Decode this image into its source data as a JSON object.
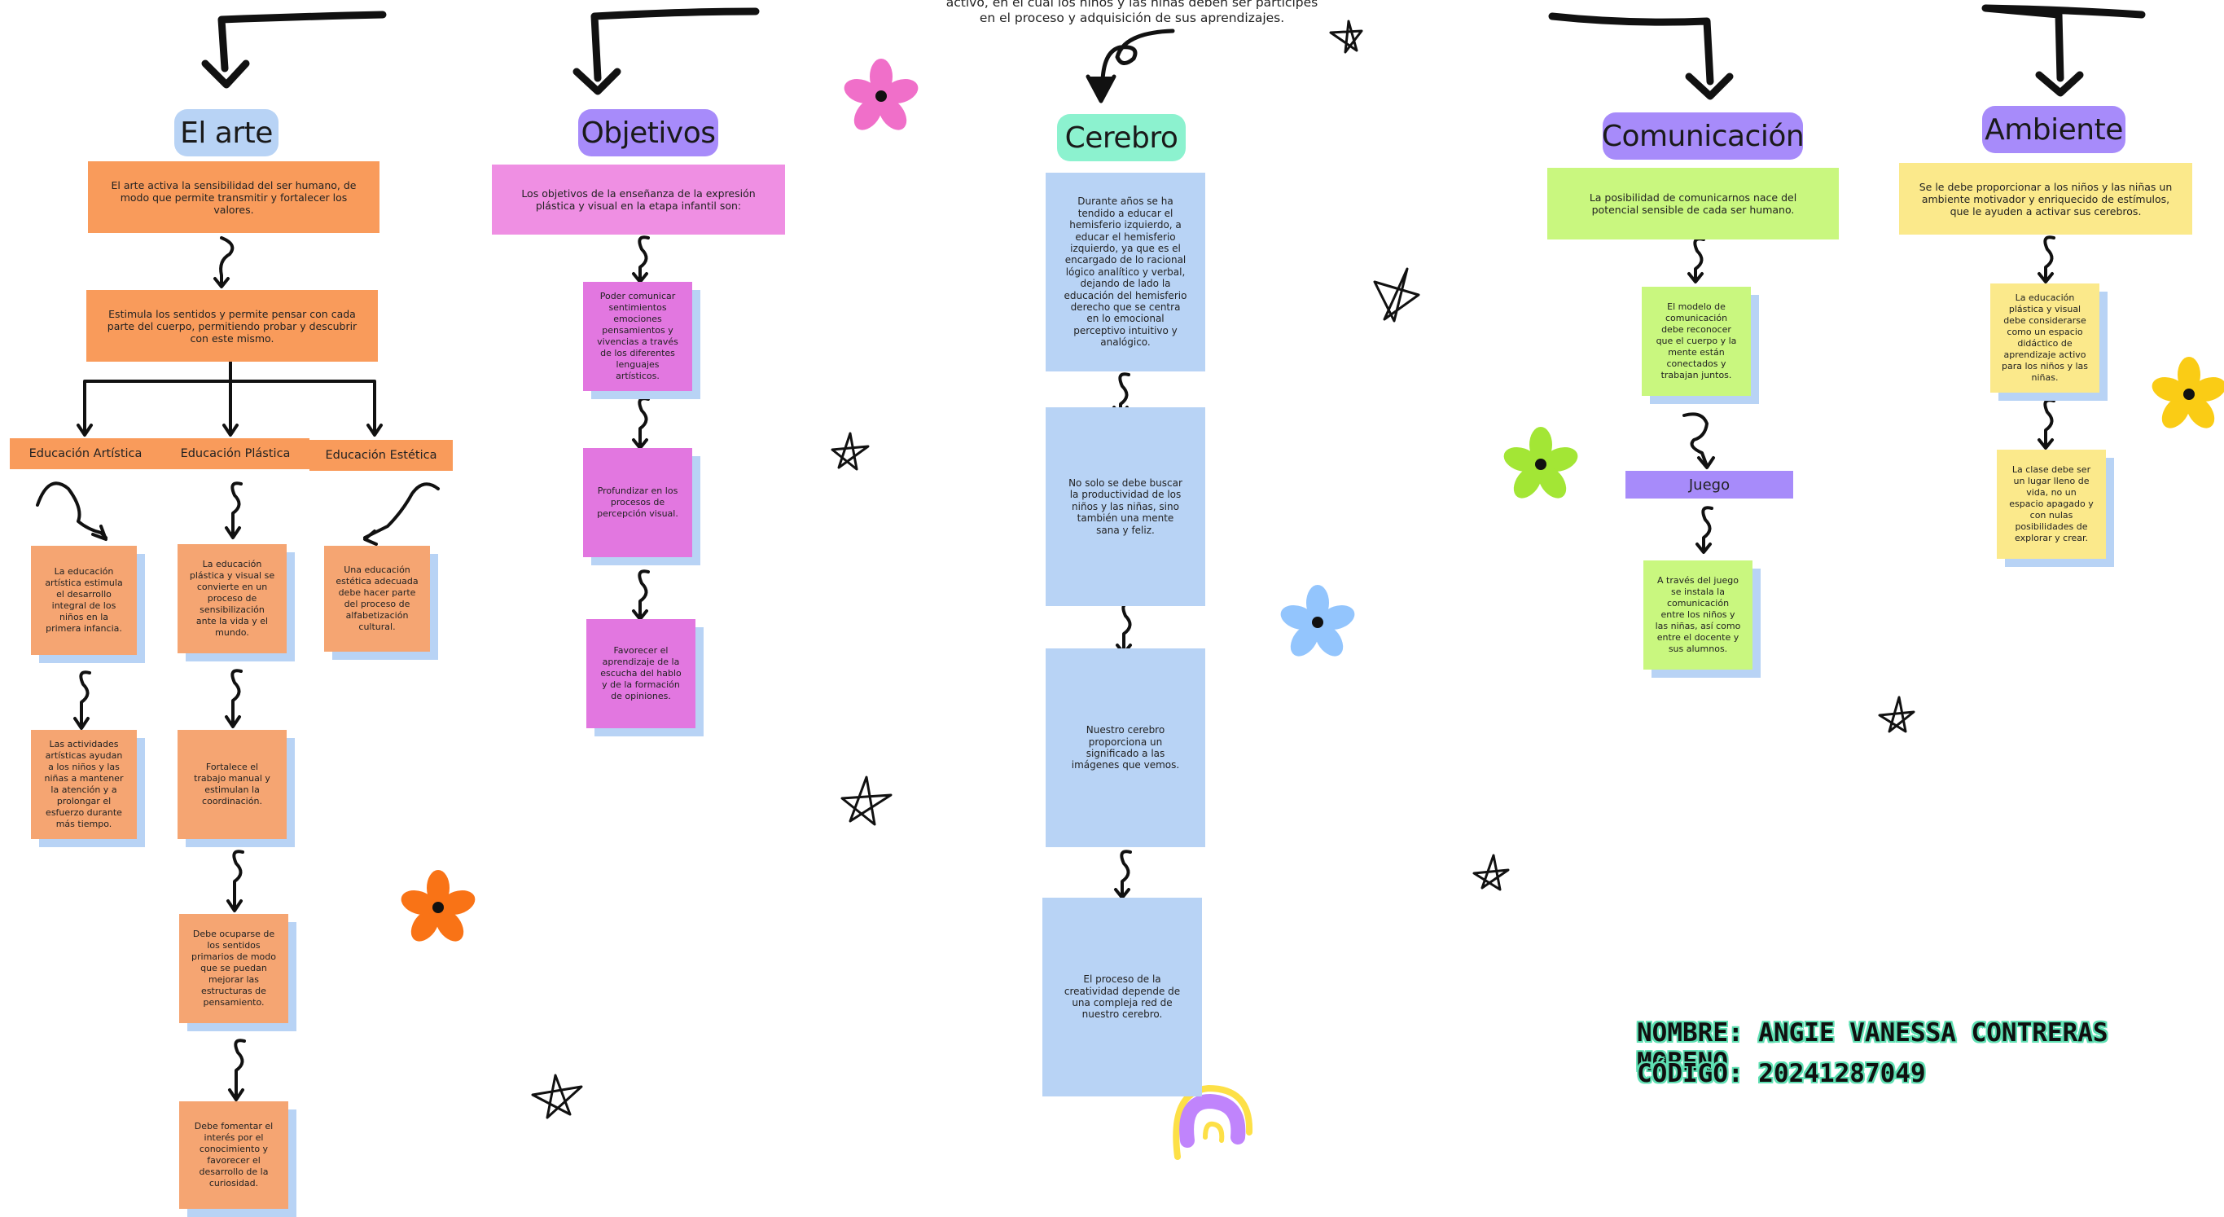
{
  "header_fragment": {
    "line1": "activo, en el cual los niños y las niñas deben ser partícipes",
    "line2": "en el proceso y adquisición de sus aprendizajes."
  },
  "colors": {
    "orange": "#f99b5b",
    "orange_back": "#f5a572",
    "pink": "#ef8fe3",
    "magenta": "#e277e0",
    "blue": "#b8d3f5",
    "mint": "#8cf2cf",
    "purple": "#a78bfa",
    "green": "#c9f77f",
    "yellow": "#fbe98b",
    "signature_outline": "#5fe0b3"
  },
  "columns": {
    "arte": {
      "title": "El arte",
      "banner1": "El arte activa la sensibilidad del ser humano, de modo que permite transmitir y fortalecer los valores.",
      "banner2": "Estimula los sentidos y permite pensar con cada parte del cuerpo, permitiendo probar y descubrir con este mismo.",
      "branches": [
        "Educación Artística",
        "Educación Plástica",
        "Educación Estética"
      ],
      "artistica_notes": [
        "La educación artística estimula el desarrollo integral de los niños en la primera infancia.",
        "Las actividades artísticas ayudan a los niños y las niñas a mantener la atención y a prolongar el esfuerzo durante más tiempo."
      ],
      "plastica_notes": [
        "La educación plástica y visual se convierte en un proceso de sensibilización ante la vida y el mundo.",
        "Fortalece el trabajo manual y estimulan la coordinación.",
        "Debe ocuparse de los sentidos primarios de modo que se puedan mejorar las estructuras de pensamiento.",
        "Debe fomentar el interés por el conocimiento y favorecer el desarrollo de la curiosidad."
      ],
      "estetica_notes": [
        "Una educación estética adecuada debe hacer parte del proceso de alfabetización cultural."
      ]
    },
    "objetivos": {
      "title": "Objetivos",
      "banner": "Los objetivos de la enseñanza de la expresión plástica y visual en la etapa infantil son:",
      "notes": [
        "Poder comunicar sentimientos emociones pensamientos y vivencias a través de los diferentes lenguajes artísticos.",
        "Profundizar en los procesos de percepción visual.",
        "Favorecer el aprendizaje de la escucha del hablo y de la formación de opiniones."
      ]
    },
    "cerebro": {
      "title": "Cerebro",
      "notes": [
        "Durante años se ha tendido a educar el hemisferio izquierdo, a educar el hemisferio izquierdo, ya que es el encargado de lo racional lógico analítico y verbal, dejando de lado la educación del hemisferio derecho que se centra en lo emocional perceptivo intuitivo y analógico.",
        "No solo se debe buscar la productividad de los niños y las niñas, sino también una mente sana y feliz.",
        "Nuestro cerebro proporciona un significado a las imágenes que vemos.",
        "El proceso de la creatividad depende de una compleja red de nuestro cerebro."
      ]
    },
    "comunicacion": {
      "title": "Comunicación",
      "banner": "La posibilidad de comunicarnos nace del potencial sensible de cada ser humano.",
      "note1": "El modelo de comunicación debe reconocer que el cuerpo y la mente están conectados y trabajan juntos.",
      "juego_label": "Juego",
      "note2": "A través del juego se instala la comunicación entre los niños y las niñas, así como entre el docente y sus alumnos."
    },
    "ambiente": {
      "title": "Ambiente",
      "banner": "Se le debe proporcionar a los niños y las niñas un ambiente motivador y enriquecido de estímulos, que le ayuden a activar sus cerebros.",
      "notes": [
        "La educación plástica y visual debe considerarse como un espacio didáctico de aprendizaje activo para los niños y las niñas.",
        "La clase debe ser un lugar lleno de vida, no un espacio apagado y con nulas posibilidades de explorar y crear."
      ]
    }
  },
  "signature": {
    "name": "NOMBRE: ANGIE VANESSA CONTRERAS MORENO",
    "code": "CÓDIGO: 20241287049"
  },
  "decorations": [
    "flower-icon",
    "star-icon",
    "rainbow-icon"
  ]
}
